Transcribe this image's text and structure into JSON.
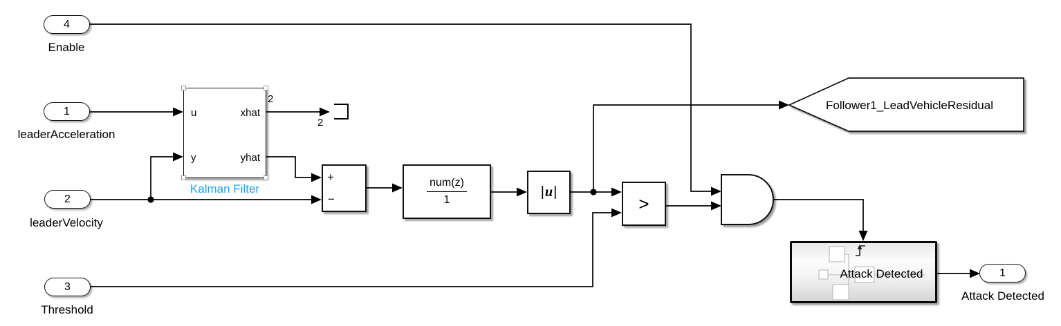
{
  "diagram": {
    "background_color": "#ffffff",
    "wire_color": "#000000",
    "selected_name_color": "#1ea2f1"
  },
  "inports": [
    {
      "number": "4",
      "label": "Enable"
    },
    {
      "number": "1",
      "label": "leaderAcceleration"
    },
    {
      "number": "2",
      "label": "leaderVelocity"
    },
    {
      "number": "3",
      "label": "Threshold"
    }
  ],
  "outport": {
    "number": "1",
    "label": "Attack Detected"
  },
  "blocks": {
    "kalman": {
      "name": "Kalman Filter",
      "ports": {
        "u": "u",
        "y": "y",
        "xhat": "xhat",
        "yhat": "yhat"
      }
    },
    "sum": {
      "plus": "+",
      "minus": "−"
    },
    "transfer_fcn": {
      "numerator": "num(z)",
      "denominator": "1"
    },
    "abs": {
      "bar": "|",
      "symbol": "u"
    },
    "relational": {
      "operator": ">"
    },
    "logical": {
      "operator": "AND"
    },
    "goto": {
      "tag": "Follower1_LeadVehicleResidual"
    },
    "subsystem": {
      "name": "Attack Detected"
    }
  },
  "annotations": {
    "xhat_signal_width": "2",
    "terminator_signal_width": "2"
  }
}
